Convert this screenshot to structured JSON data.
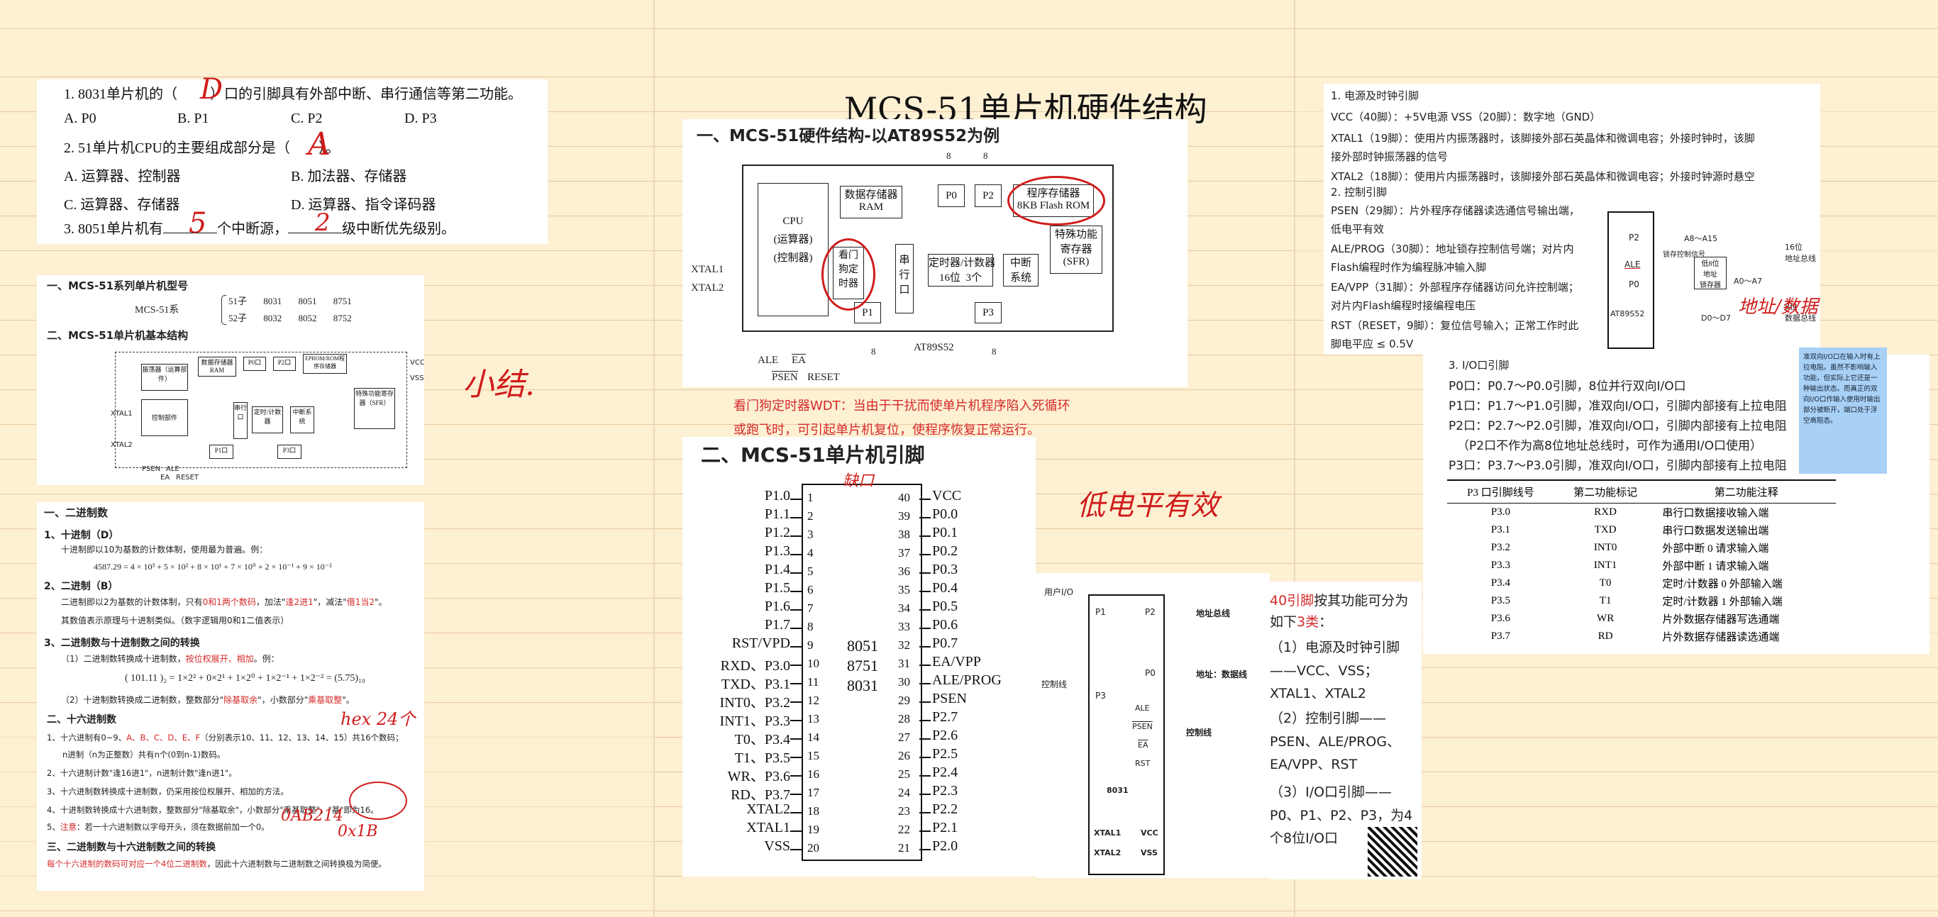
{
  "colors": {
    "paper": "#fdf0d3",
    "line": "#e9c9a0",
    "accent_blue": "#1f66b3",
    "accent_red": "#d42a2a",
    "accent_purple": "#7030a0"
  },
  "quiz": {
    "q1": "1. 8031单片机的（",
    "q1_tail": "）口的引脚具有外部中断、串行通信等第二功能。",
    "q1_opts": [
      "A. P0",
      "B. P1",
      "C. P2",
      "D. P3"
    ],
    "q2": "2. 51单片机CPU的主要组成部分是（",
    "q2_tail": "）。",
    "q2_opts": [
      "A. 运算器、控制器",
      "B. 加法器、存储器",
      "C. 运算器、存储器",
      "D. 运算器、指令译码器"
    ],
    "q3": "3. 8051单片机有",
    "q3_mid": "个中断源，",
    "q3_tail": "级中断优先级别。",
    "hand_answers": [
      "D",
      "A",
      "5",
      "2"
    ]
  },
  "summary_card": {
    "h1": "一、MCS-51系列单片机型号",
    "series": "MCS-51系",
    "row1": [
      "51子",
      "8031",
      "8051",
      "8751"
    ],
    "row2": [
      "52子",
      "8032",
      "8052",
      "8752"
    ],
    "h2": "二、MCS-51单片机基本结构",
    "blocks": [
      "振荡器（运算部件）",
      "控制部件",
      "数据存储器RAM",
      "P0口",
      "P2口",
      "EPROM/ROM程序存储器",
      "特殊功能寄存器（SFR）",
      "串行口",
      "定时/计数器",
      "中断系统",
      "P1口",
      "P3口"
    ],
    "pins": [
      "XTAL1",
      "XTAL2",
      "PSEN",
      "EA",
      "ALE",
      "RESET",
      "VCC",
      "VSS"
    ]
  },
  "handnotes": {
    "summary": "小结.",
    "hex": "hex 24个",
    "ex1": "0AB214",
    "ex2": "0x1B",
    "low": "低电平有效",
    "title": "MCS-51单片机硬件结构",
    "missing": "缺口",
    "addr": "地址/数据"
  },
  "number_card": {
    "h_main": "一、二进制数",
    "h1": "1、十进制（D）",
    "t1": "十进制即以10为基数的计数体制，使用最为普遍。例：",
    "f1": "4587.29 = 4 × 10³ + 5 × 10² + 8 × 10¹ + 7 × 10⁰ + 2 × 10⁻¹ + 9 × 10⁻²",
    "h2": "2、二进制（B）",
    "t2a": "二进制即以2为基数的计数体制，只有",
    "t2b": "0和1两个数码",
    "t2c": "，加法\"",
    "t2d": "逢2进1",
    "t2e": "\"，减法\"",
    "t2f": "借1当2",
    "t2g": "\"。",
    "t2h": "其数值表示原理与十进制类似。（数字逻辑用0和1二值表示）",
    "h3": "3、二进制数与十进制数之间的转换",
    "t3a": "（1）二进制数转换成十进制数，",
    "t3b": "按位权展开、相加",
    "t3c": "。例：",
    "f3": "( 101.11 )₂ = 1×2² + 0×2¹ + 1×2⁰ + 1×2⁻¹ + 1×2⁻² = (5.75)₁₀",
    "t3d": "（2）十进制数转换成二进制数，整数部分\"",
    "t3e": "除基取余",
    "t3f": "\"，小数部分\"",
    "t3g": "乘基取整",
    "t3h": "\"。",
    "h4": "二、十六进制数",
    "l1a": "1、十六进制有0~9、",
    "l1b": "A、B、C、D、E、F",
    "l1c": "（分别表示10、11、12、13、14、15）共16个数码；",
    "l1d": "n进制（n为正整数）共有n个(0到n-1)数码。",
    "l2": "2、十六进制计数\"逢16进1\"，n进制计数\"逢n进1\"。",
    "l3": "3、十六进制数转换成十进制数，仍采用按位权展开、相加的方法。",
    "l4": "4、十进制数转换成十六进制数，整数部分\"除基取余\"，小数部分\"乘基取整\"，\"基\"即为16。",
    "l5a": "5、",
    "l5b": "注意",
    "l5c": "：若一十六进制数以字母开头，须在数据前加一个0。",
    "h5": "三、二进制数与十六进制数之间的转换",
    "t5a": "每个十六进制的数码可对应一个4位二进制数",
    "t5b": "，因此十六进制数与二进制数之间转换极为简便。"
  },
  "hw_card": {
    "title": "一、MCS-51硬件结构-以AT89S52为例",
    "blocks": {
      "cpu": "CPU\n(运算器)\n(控制器)",
      "ram": "数据存储器\nRAM",
      "p0": "P0",
      "p2": "P2",
      "rom": "程序存储器\n8KB Flash ROM",
      "sfr": "特殊功能\n寄存器\n(SFR)",
      "wdt": "看门\n狗定\n时器",
      "serial": "串\n行\n口",
      "timer": "定时器/计数器\n16位  3个",
      "int": "中断\n系统",
      "p1": "P1",
      "p3": "P3"
    },
    "labels": {
      "xtal1": "XTAL1",
      "xtal2": "XTAL2",
      "ale": "ALE",
      "ea": "EA",
      "psen": "PSEN",
      "reset": "RESET",
      "chip": "AT89S52",
      "n8": "8"
    }
  },
  "wdt_note": "看门狗定时器WDT：当由于干扰而使单片机程序陷入死循环或跑飞时，可引起单片机复位，使程序恢复正常运行。",
  "pin_title": "二、MCS-51单片机引脚",
  "pinout": {
    "left": [
      "P1.0",
      "P1.1",
      "P1.2",
      "P1.3",
      "P1.4",
      "P1.5",
      "P1.6",
      "P1.7",
      "RST/VPD",
      "RXD、P3.0",
      "TXD、P3.1",
      "INT0、P3.2",
      "INT1、P3.3",
      "T0、P3.4",
      "T1、P3.5",
      "WR、P3.6",
      "RD、P3.7",
      "XTAL2",
      "XTAL1",
      "VSS"
    ],
    "right": [
      "VCC",
      "P0.0",
      "P0.1",
      "P0.2",
      "P0.3",
      "P0.4",
      "P0.5",
      "P0.6",
      "P0.7",
      "EA/VPP",
      "ALE/PROG",
      "PSEN",
      "P2.7",
      "P2.6",
      "P2.5",
      "P2.4",
      "P2.3",
      "P2.2",
      "P2.1",
      "P2.0"
    ],
    "chip": [
      "8051",
      "8751",
      "8031"
    ]
  },
  "func_diagram": {
    "user_io": "用户I/O",
    "p1": "P1",
    "p2": "P2",
    "addr": "地址总线",
    "ctrl": "控制线",
    "p3": "P3",
    "p0": "P0",
    "addr_data": "地址：数据线",
    "pins": [
      "ALE",
      "PSEN",
      "EA",
      "RST"
    ],
    "ctrl2": "控制线",
    "chip": "8031",
    "xtal1": "XTAL1",
    "xtal2": "XTAL2",
    "vcc": "VCC",
    "vss": "VSS"
  },
  "pin_groups": {
    "intro_a": "40引脚",
    "intro_b": "按其功能可分为如下",
    "intro_c": "3类",
    "intro_d": "：",
    "g1": "（1）电源及时钟引脚",
    "g1d": "——VCC、VSS；XTAL1、XTAL2",
    "g2": "（2）控制引脚——",
    "g2d": "PSEN、ALE/PROG、EA/VPP、RST",
    "g3": "（3）I/O口引脚——",
    "g3d": "P0、P1、P2、P3，为4个8位I/O口"
  },
  "power_card": {
    "h1": "1. 电源及时钟引脚",
    "vcc": "VCC（40脚）：+5V电源          VSS（20脚）：数字地（GND）",
    "x1a": "XTAL1（19脚）：使用片内振荡器时，该脚接外部石英晶体和微调电容；外接时钟时，该脚",
    "x1b": "接外部时钟振荡器的信号",
    "x2a": "XTAL2（18脚）：使用片内振荡器时，该脚接外部石英晶体和微调电容；",
    "x2b": "外接时钟源时悬空",
    "h2": "2. 控制引脚",
    "psen": "PSEN（29脚）：片外程序存储器读选通信号输出端，低电平有效",
    "ale": "ALE/PROG（30脚）：地址锁存控制信号端；对片内Flash编程时作为编程脉冲输入脚",
    "ea": "EA/VPP（31脚）：外部程序存储器访问允许控制端；对片内Flash编程时接编程电压",
    "rst": "RST（RESET，9脚）：复位信号输入；正常工作时此脚电平应 ≤ 0.5V",
    "diag": {
      "p2": "P2",
      "ale": "ALE",
      "p0": "P0",
      "chip": "AT89S52",
      "a15": "A8～A15",
      "latch": "锁存控制信号",
      "latch2": "低8位\n地址\n锁存器",
      "a07": "A0～A7",
      "d07": "D0～D7",
      "hi": "16位\n地址总线",
      "lo": "8位\n数据总线"
    }
  },
  "io_card": {
    "h3": "3. I/O口引脚",
    "p0": "P0口：P0.7～P0.0引脚，8位并行双向I/O口",
    "p1": "P1口：P1.7～P1.0引脚，准双向I/O口，引脚内部接有上拉电阻",
    "p2": "P2口：P2.7～P2.0引脚，准双向I/O口，引脚内部接有上拉电阻",
    "p2note": "（P2口不作为高8位地址总线时，可作为通用I/O口使用）",
    "p3": "P3口：P3.7～P3.0引脚，准双向I/O口，引脚内部接有上拉电阻",
    "table_head": [
      "P3 口引脚线号",
      "第二功能标记",
      "第二功能注释"
    ],
    "table_rows": [
      [
        "P3.0",
        "RXD",
        "串行口数据接收输入端"
      ],
      [
        "P3.1",
        "TXD",
        "串行口数据发送输出端"
      ],
      [
        "P3.2",
        "INT0",
        "外部中断 0 请求输入端"
      ],
      [
        "P3.3",
        "INT1",
        "外部中断 1 请求输入端"
      ],
      [
        "P3.4",
        "T0",
        "定时/计数器 0 外部输入端"
      ],
      [
        "P3.5",
        "T1",
        "定时/计数器 1 外部输入端"
      ],
      [
        "P3.6",
        "WR",
        "片外数据存储器写选通端"
      ],
      [
        "P3.7",
        "RD",
        "片外数据存储器读选通端"
      ]
    ]
  },
  "tooltip": "准双向I/O口在输入时有上拉电阻。虽然不影响输入功能，但实际上它还是一种输出状态。而真正的双向I/O口作输入使用时输出部分被断开，端口处于浮空高阻态。"
}
